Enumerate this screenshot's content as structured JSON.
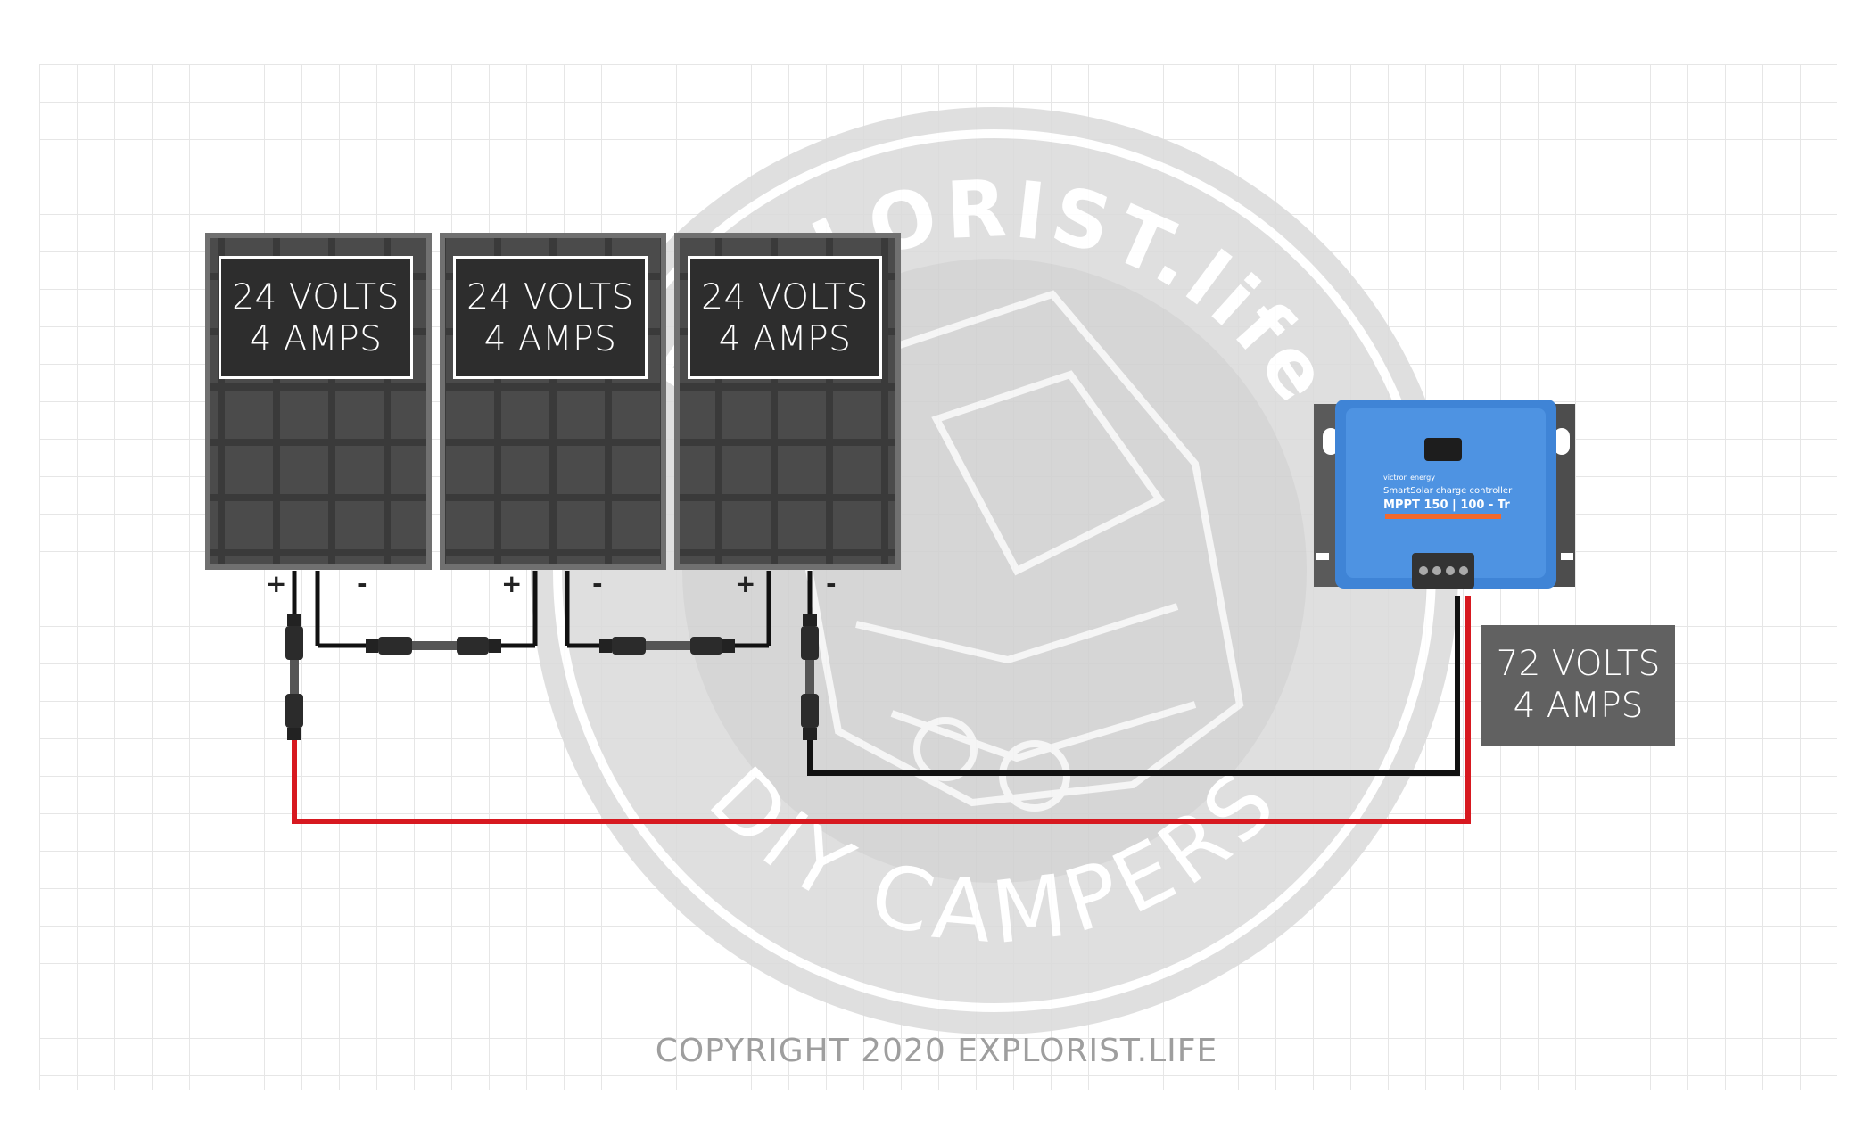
{
  "panels": [
    {
      "volts_label": "24 VOLTS",
      "amps_label": "4 AMPS",
      "plus": "+",
      "minus": "-"
    },
    {
      "volts_label": "24 VOLTS",
      "amps_label": "4 AMPS",
      "plus": "+",
      "minus": "-"
    },
    {
      "volts_label": "24 VOLTS",
      "amps_label": "4 AMPS",
      "plus": "+",
      "minus": "-"
    }
  ],
  "output": {
    "volts_label": "72 VOLTS",
    "amps_label": "4 AMPS"
  },
  "controller": {
    "brand": "victron energy",
    "product_line": "SmartSolar charge controller",
    "model": "MPPT 150 | 100 - Tr"
  },
  "watermark": {
    "top_text": "EXPLORIST.life",
    "bottom_text": "DIY CAMPERS"
  },
  "copyright": "COPYRIGHT 2020 EXPLORIST.LIFE",
  "colors": {
    "positive_wire": "#d71920",
    "negative_wire": "#111111",
    "panel": "#4a4a4a",
    "controller": "#3f84d6"
  }
}
